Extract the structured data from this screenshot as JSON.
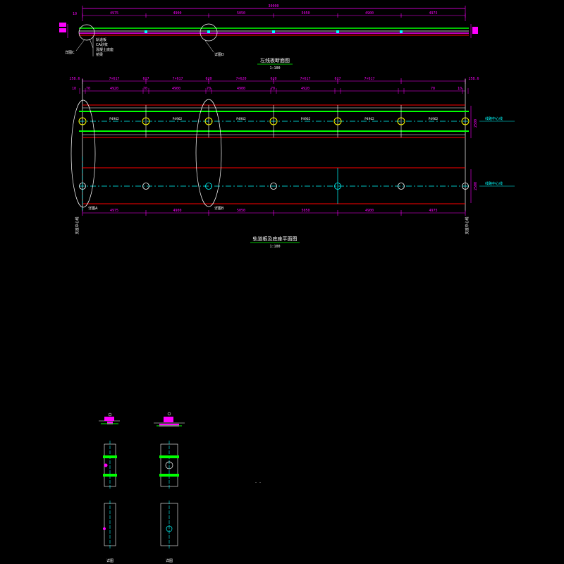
{
  "colors": {
    "background": "#000000",
    "dimension": "#ff00ff",
    "rail": "#00ff00",
    "slab": "#ff0000",
    "centerline": "#00ffff",
    "outline": "#ffffff",
    "highlight": "#ffff00",
    "title_underline": "#00ff00"
  },
  "section_view": {
    "title": "左线板断面图",
    "scale": "1:100",
    "overall_dim": "30000",
    "top_dims": [
      "4975",
      "4900",
      "5050",
      "5050",
      "4900",
      "4975"
    ],
    "left_marks": [
      "10"
    ],
    "callouts": [
      "轨道板",
      "CA砂浆",
      "混凝土底座",
      "桥梁"
    ],
    "detail_labels": [
      "详图C",
      "详图D"
    ]
  },
  "plan_view": {
    "title": "轨道板及底座平面图",
    "scale": "1:100",
    "row1_dims": [
      "258.6",
      "7×617",
      "617",
      "7×617",
      "620",
      "7×620",
      "620",
      "7×617",
      "617",
      "7×617",
      "258.6"
    ],
    "row2_dims": [
      "10",
      "70",
      "4920",
      "70",
      "4900",
      "70",
      "4900",
      "70",
      "4920",
      "70",
      "10"
    ],
    "slab_labels": [
      "P4962",
      "P4962",
      "P4962",
      "P4962",
      "P4962",
      "P4962"
    ],
    "bottom_dims": [
      "4975",
      "4900",
      "5050",
      "5050",
      "4900",
      "4975"
    ],
    "right_labels": [
      "线路中心线",
      "线路中心线"
    ],
    "right_dims": [
      "2500",
      "2500"
    ],
    "left_side_label": "支座中心线",
    "right_side_label": "支座中心线",
    "detail_labels": [
      "详图A",
      "详图B"
    ]
  },
  "details": {
    "labels": [
      "详图",
      "详图"
    ],
    "misc_text": "- -"
  }
}
